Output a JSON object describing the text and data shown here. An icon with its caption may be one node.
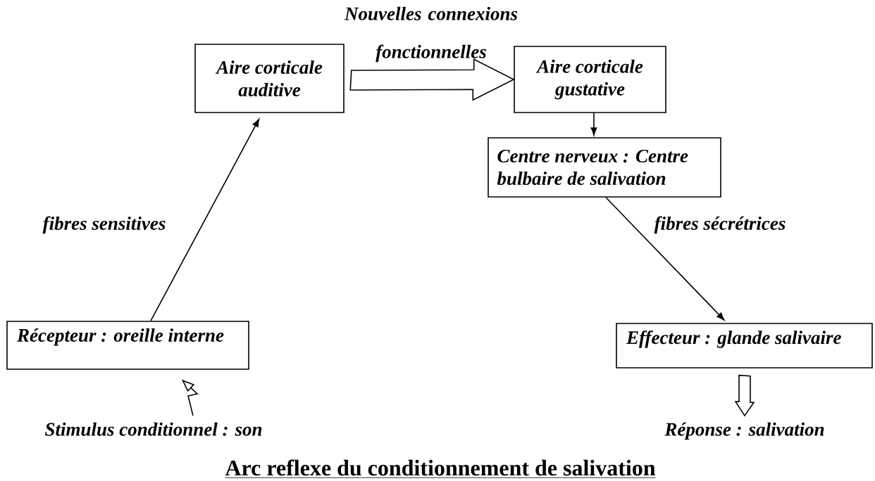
{
  "diagram": {
    "title": "Arc reflexe du conditionnement de salivation",
    "nodes": [
      {
        "text": [
          "Aire corticale auditive"
        ]
      },
      {
        "text": [
          "Aire corticale gustative"
        ]
      },
      {
        "text": [
          "Centre nerveux : Centre bulbaire de salivation"
        ]
      },
      {
        "text": [
          "Récepteur : oreille interne"
        ]
      },
      {
        "text": [
          "Effecteur : glande salivaire"
        ]
      },
      {
        "text": [
          "Stimulus conditionnel : son"
        ]
      },
      {
        "text": [
          "Réponse : salivation"
        ]
      }
    ],
    "edges": [
      {
        "from": 3,
        "to": 0,
        "arrow": "to",
        "label": "fibres sensitives"
      },
      {
        "from": 0,
        "to": 1,
        "arrow": "to",
        "style": "thick",
        "label": "Nouvelles connexions fonctionnelles"
      },
      {
        "from": 1,
        "to": 2,
        "arrow": "to"
      },
      {
        "from": 2,
        "to": 4,
        "arrow": "to",
        "label": "fibres sécrétrices"
      },
      {
        "from": 5,
        "to": 3,
        "arrow": "to"
      },
      {
        "from": 4,
        "to": 6,
        "arrow": "to",
        "style": "thick"
      }
    ]
  }
}
